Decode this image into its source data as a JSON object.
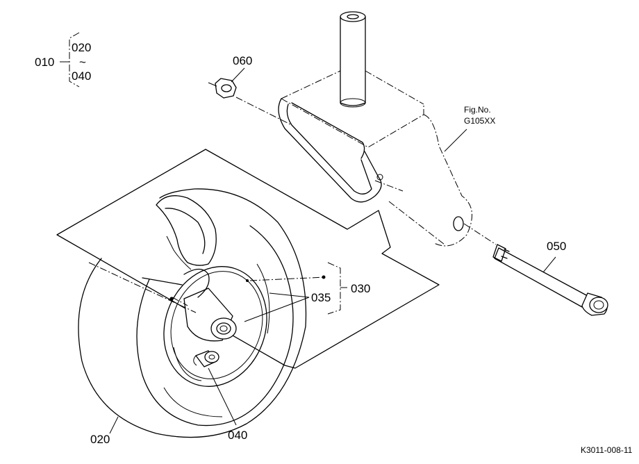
{
  "labels": {
    "p010": "010",
    "p020_range": "020",
    "p040_range": "040",
    "range_sep": "~",
    "p060": "060",
    "fig_no": "Fig.No.",
    "fig_code": "G105XX",
    "p050": "050",
    "p035": "035",
    "p030": "030",
    "p020": "020",
    "p040": "040",
    "ref_code": "K3011-008-11"
  }
}
